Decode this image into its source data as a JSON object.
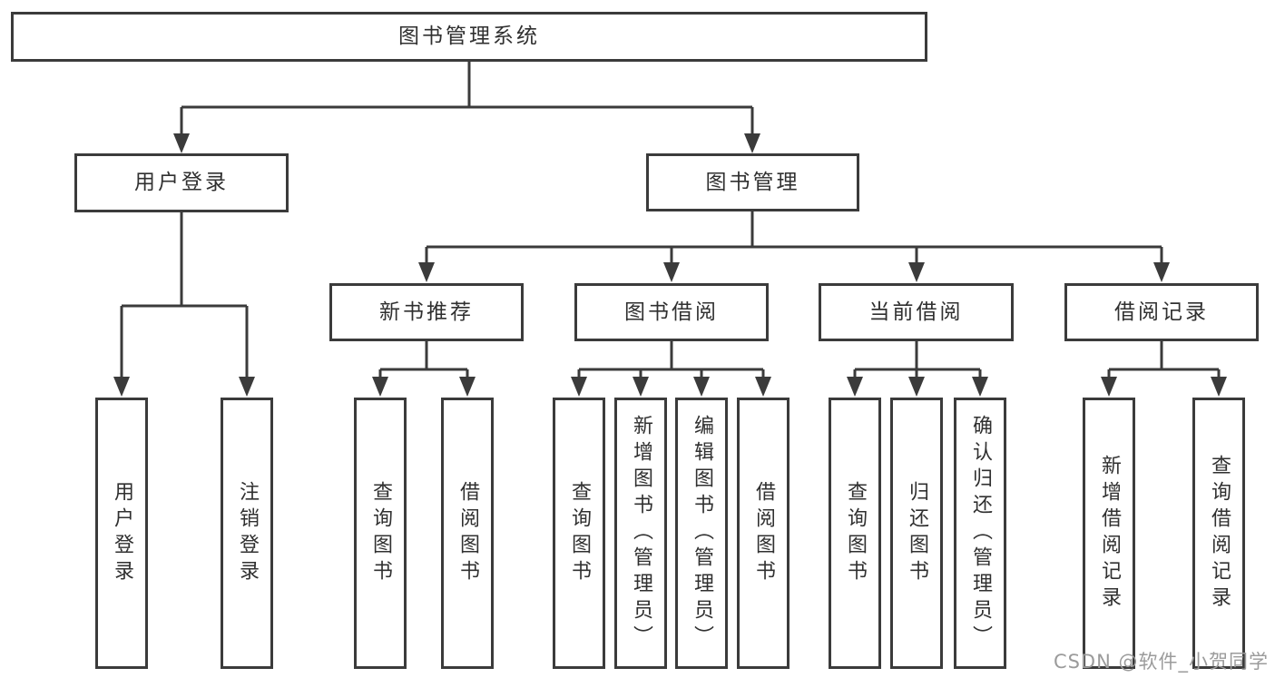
{
  "tree": {
    "root": {
      "label": "图书管理系统"
    },
    "branches": [
      {
        "label": "用户登录",
        "children": [
          {
            "label": "用户登录"
          },
          {
            "label": "注销登录"
          }
        ]
      },
      {
        "label": "图书管理",
        "children": [
          {
            "label": "新书推荐",
            "children": [
              {
                "label": "查询图书"
              },
              {
                "label": "借阅图书"
              }
            ]
          },
          {
            "label": "图书借阅",
            "children": [
              {
                "label": "查询图书"
              },
              {
                "label": "新增图书（管理员）"
              },
              {
                "label": "编辑图书（管理员）"
              },
              {
                "label": "借阅图书"
              }
            ]
          },
          {
            "label": "当前借阅",
            "children": [
              {
                "label": "查询图书"
              },
              {
                "label": "归还图书"
              },
              {
                "label": "确认归还（管理员）"
              }
            ]
          },
          {
            "label": "借阅记录",
            "children": [
              {
                "label": "新增借阅记录"
              },
              {
                "label": "查询借阅记录"
              }
            ]
          }
        ]
      }
    ]
  },
  "watermark": {
    "text": "CSDN @软件_小贺同学"
  },
  "colors": {
    "line": "#3b3b3b",
    "text": "#303030",
    "background": "#ffffff",
    "watermark_gray": "#9b9b9b"
  }
}
